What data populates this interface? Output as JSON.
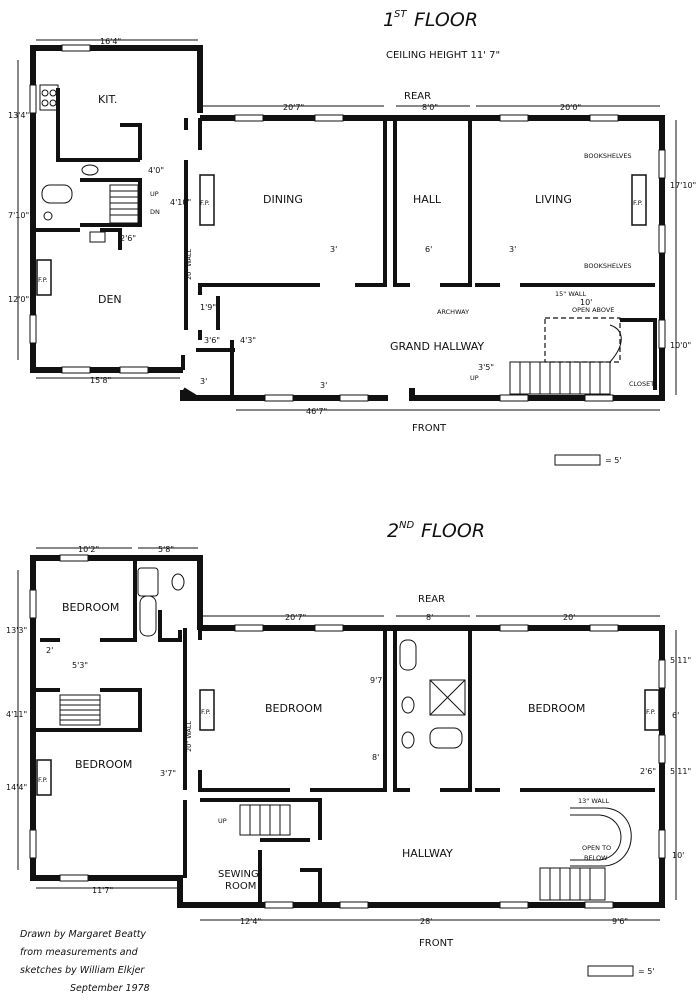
{
  "floor1": {
    "title_num": "1",
    "title_sup": "ST",
    "title_word": "FLOOR",
    "ceiling": "CEILING HEIGHT 11' 7\"",
    "rear": "REAR",
    "front": "FRONT",
    "rooms": {
      "kitchen": "KIT.",
      "dining": "DINING",
      "hall": "HALL",
      "living": "LIVING",
      "den": "DEN",
      "grand_hallway": "GRAND HALLWAY",
      "closet": "CLOSET"
    },
    "labels": {
      "archway": "ARCHWAY",
      "open_above": "OPEN ABOVE",
      "bookshelves_top": "BOOKSHELVES",
      "bookshelves_bottom": "BOOKSHELVES",
      "wall_15": "15\" WALL",
      "wall_20": "20\" WALL",
      "fp": "F.P.",
      "up": "UP",
      "dn": "DN"
    },
    "dims": {
      "kit_width": "16'4\"",
      "kit_height": "13'4\"",
      "den_mid": "7'10\"",
      "den_height": "12'0\"",
      "den_width": "15'8\"",
      "dining_width": "20'7\"",
      "hall_width": "8'0\"",
      "living_width": "20'0\"",
      "right_upper": "17'10\"",
      "right_lower": "10'0\"",
      "front_total": "46'7\"",
      "d_4_0": "4'0\"",
      "d_4_10": "4'10\"",
      "d_2_6": "2'6\"",
      "d_3a": "3'",
      "d_6": "6'",
      "d_3b": "3'",
      "d_1_9": "1'9\"",
      "d_3_6": "3'6\"",
      "d_4_3": "4'3\"",
      "d_3c": "3'",
      "d_3d": "3'",
      "d_3_5": "3'5\"",
      "d_10": "10'"
    },
    "scale": "= 5'"
  },
  "floor2": {
    "title_num": "2",
    "title_sup": "ND",
    "title_word": "FLOOR",
    "rear": "REAR",
    "front": "FRONT",
    "rooms": {
      "bedroom_nw": "BEDROOM",
      "bedroom_sw": "BEDROOM",
      "bedroom_center": "BEDROOM",
      "bedroom_east": "BEDROOM",
      "hallway": "HALLWAY",
      "sewing_1": "SEWING",
      "sewing_2": "ROOM",
      "open_1": "OPEN TO",
      "open_2": "BELOW"
    },
    "labels": {
      "wall_20": "20\" WALL",
      "wall_13": "13\" WALL",
      "fp": "F.P.",
      "up": "UP"
    },
    "dims": {
      "top_left": "10'2\"",
      "top_bath": "5'8\"",
      "left_1": "13'3\"",
      "left_2": "4'11\"",
      "left_3": "14'4\"",
      "bottom_left": "11'7\"",
      "d_2": "2'",
      "d_5_3": "5'3\"",
      "d_3_7": "3'7\"",
      "center_width": "20'7\"",
      "bath_width": "8'",
      "east_width": "20'",
      "d_9_7": "9'7\"",
      "d_8": "8'",
      "right_1": "5'11\"",
      "right_2": "6'",
      "right_3": "5'11\"",
      "d_2_6": "2'6\"",
      "right_4": "10'",
      "front_a": "12'4\"",
      "front_b": "28'",
      "front_c": "9'6\""
    },
    "scale": "= 5'"
  },
  "credit": [
    "Drawn by Margaret Beatty",
    "from measurements and",
    "sketches by William Elkjer",
    "September 1978"
  ]
}
